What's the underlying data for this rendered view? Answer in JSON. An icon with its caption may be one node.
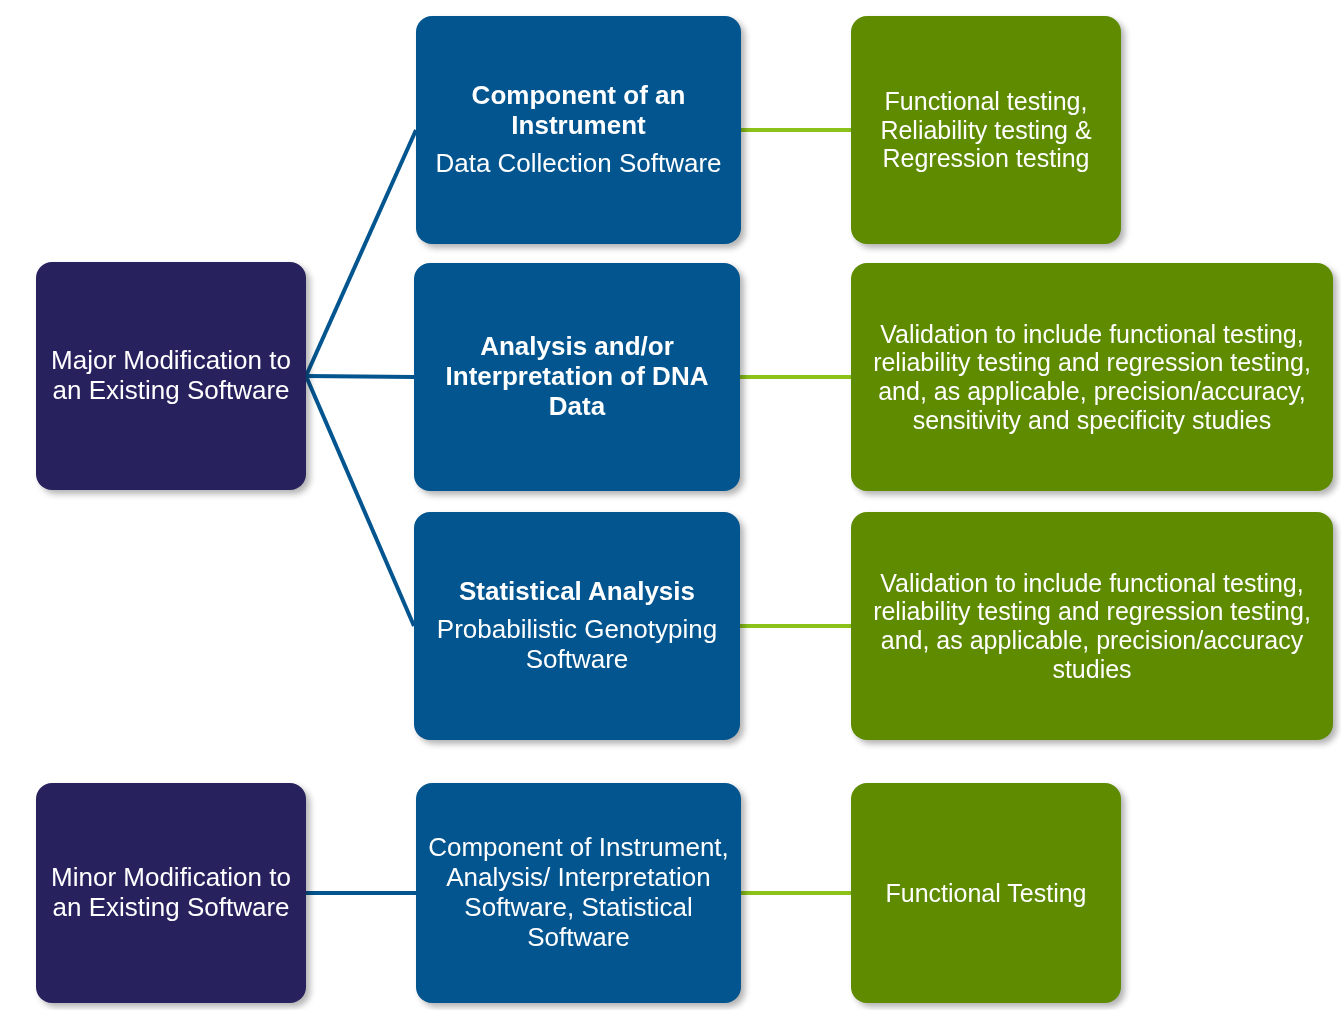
{
  "diagram": {
    "nodes": [
      {
        "text": [
          "Major Modification to an Existing Software"
        ]
      },
      {
        "text": [
          "Component of an Instrument",
          "Data Collection Software"
        ]
      },
      {
        "text": [
          "Analysis and/or Interpretation of DNA Data"
        ]
      },
      {
        "text": [
          "Statistical Analysis",
          "Probabilistic Genotyping Software"
        ]
      },
      {
        "text": [
          "Functional testing, Reliability testing & Regression testing"
        ]
      },
      {
        "text": [
          "Validation to include functional testing, reliability testing and regression testing, and, as applicable, precision/accuracy, sensitivity and specificity studies"
        ]
      },
      {
        "text": [
          "Validation to include functional testing, reliability testing and regression testing, and, as applicable, precision/accuracy studies"
        ]
      },
      {
        "text": [
          "Minor Modification to an Existing Software"
        ]
      },
      {
        "text": [
          "Component of Instrument, Analysis/ Interpretation Software, Statistical Software"
        ]
      },
      {
        "text": [
          "Functional Testing"
        ]
      }
    ],
    "edges": [
      {
        "from": 0,
        "to": 1,
        "arrow": "none",
        "color": "#03558f"
      },
      {
        "from": 0,
        "to": 2,
        "arrow": "none",
        "color": "#03558f"
      },
      {
        "from": 0,
        "to": 3,
        "arrow": "none",
        "color": "#03558f"
      },
      {
        "from": 1,
        "to": 4,
        "arrow": "none",
        "color": "#8cc21a"
      },
      {
        "from": 2,
        "to": 5,
        "arrow": "none",
        "color": "#8cc21a"
      },
      {
        "from": 3,
        "to": 6,
        "arrow": "none",
        "color": "#8cc21a"
      },
      {
        "from": 7,
        "to": 8,
        "arrow": "none",
        "color": "#03558f"
      },
      {
        "from": 8,
        "to": 9,
        "arrow": "none",
        "color": "#8cc21a"
      }
    ]
  }
}
